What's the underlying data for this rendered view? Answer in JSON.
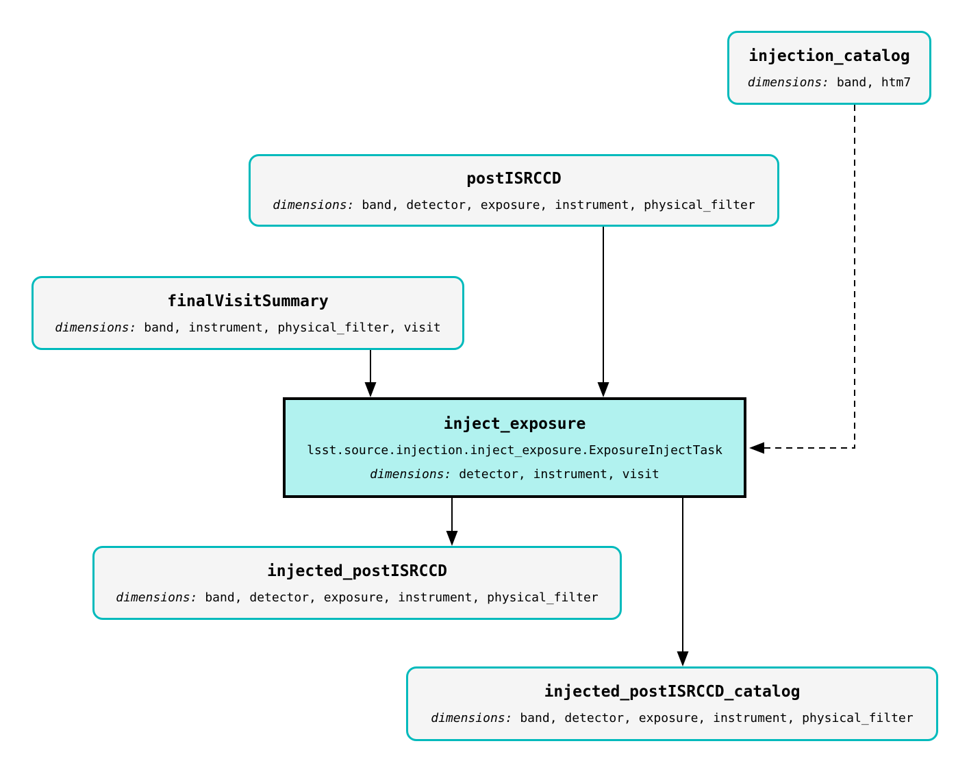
{
  "diagram": {
    "background": "#FFFFFF",
    "colors": {
      "dataset_border": "#00BABC",
      "dataset_fill": "#F5F5F5",
      "task_fill": "#B1F2EF",
      "task_border": "#000000",
      "edge": "#000000",
      "text": "#000000"
    },
    "dimensions_label": "dimensions:",
    "nodes": {
      "injection_catalog": {
        "type": "dataset",
        "title": "injection_catalog",
        "dimensions": "band, htm7"
      },
      "postISRCCD": {
        "type": "dataset",
        "title": "postISRCCD",
        "dimensions": "band, detector, exposure, instrument, physical_filter"
      },
      "finalVisitSummary": {
        "type": "dataset",
        "title": "finalVisitSummary",
        "dimensions": "band, instrument, physical_filter, visit"
      },
      "inject_exposure": {
        "type": "task",
        "title": "inject_exposure",
        "task_class": "lsst.source.injection.inject_exposure.ExposureInjectTask",
        "dimensions": "detector, instrument, visit"
      },
      "injected_postISRCCD": {
        "type": "dataset",
        "title": "injected_postISRCCD",
        "dimensions": "band, detector, exposure, instrument, physical_filter"
      },
      "injected_postISRCCD_catalog": {
        "type": "dataset",
        "title": "injected_postISRCCD_catalog",
        "dimensions": "band, detector, exposure, instrument, physical_filter"
      }
    },
    "edges": [
      {
        "from": "postISRCCD",
        "to": "inject_exposure",
        "style": "solid"
      },
      {
        "from": "finalVisitSummary",
        "to": "inject_exposure",
        "style": "solid"
      },
      {
        "from": "injection_catalog",
        "to": "inject_exposure",
        "style": "dashed"
      },
      {
        "from": "inject_exposure",
        "to": "injected_postISRCCD",
        "style": "solid"
      },
      {
        "from": "inject_exposure",
        "to": "injected_postISRCCD_catalog",
        "style": "solid"
      }
    ]
  }
}
